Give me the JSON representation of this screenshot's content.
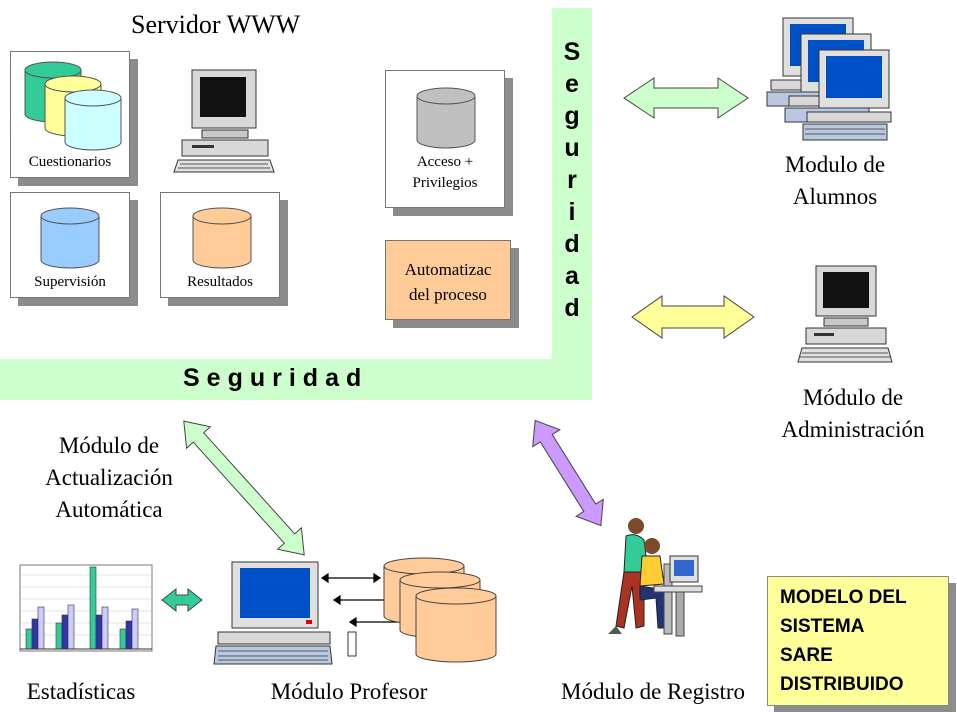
{
  "server": {
    "title": "Servidor WWW"
  },
  "boxes": {
    "cuestionarios": "Cuestionarios",
    "supervision": "Supervisión",
    "resultados": "Resultados",
    "acceso_line1": "Acceso +",
    "acceso_line2": "Privilegios",
    "automatizacion_line1": "Automatizac",
    "automatizacion_line2": "del proceso"
  },
  "security": {
    "horizontal": "Seguridad",
    "vertical": [
      "S",
      "e",
      "g",
      "u",
      "r",
      "i",
      "d",
      "a",
      "d"
    ]
  },
  "modules": {
    "alumnos_line1": "Modulo de",
    "alumnos_line2": "Alumnos",
    "admin_line1": "Módulo de",
    "admin_line2": "Administración",
    "actualizacion_line1": "Módulo de",
    "actualizacion_line2": "Actualización",
    "actualizacion_line3": "Automática",
    "estadisticas": "Estadísticas",
    "profesor": "Módulo Profesor",
    "registro": "Módulo de Registro"
  },
  "model_title": [
    "MODELO DEL",
    "SISTEMA",
    "SARE",
    "DISTRIBUIDO"
  ],
  "colors": {
    "security_band": "#ccffcc",
    "cyl_green": "#33cc99",
    "cyl_yellow": "#ffff99",
    "cyl_cyan": "#ccffff",
    "cyl_blue": "#99ccff",
    "cyl_orange": "#ffcc99",
    "cyl_gray": "#c0c0c0",
    "automation_box": "#ffcc99",
    "arrow_green": "#ccffcc",
    "arrow_yellow": "#ffff99",
    "arrow_purple": "#cc99ff",
    "arrow_teal": "#33cc99",
    "model_box": "#ffff99"
  }
}
